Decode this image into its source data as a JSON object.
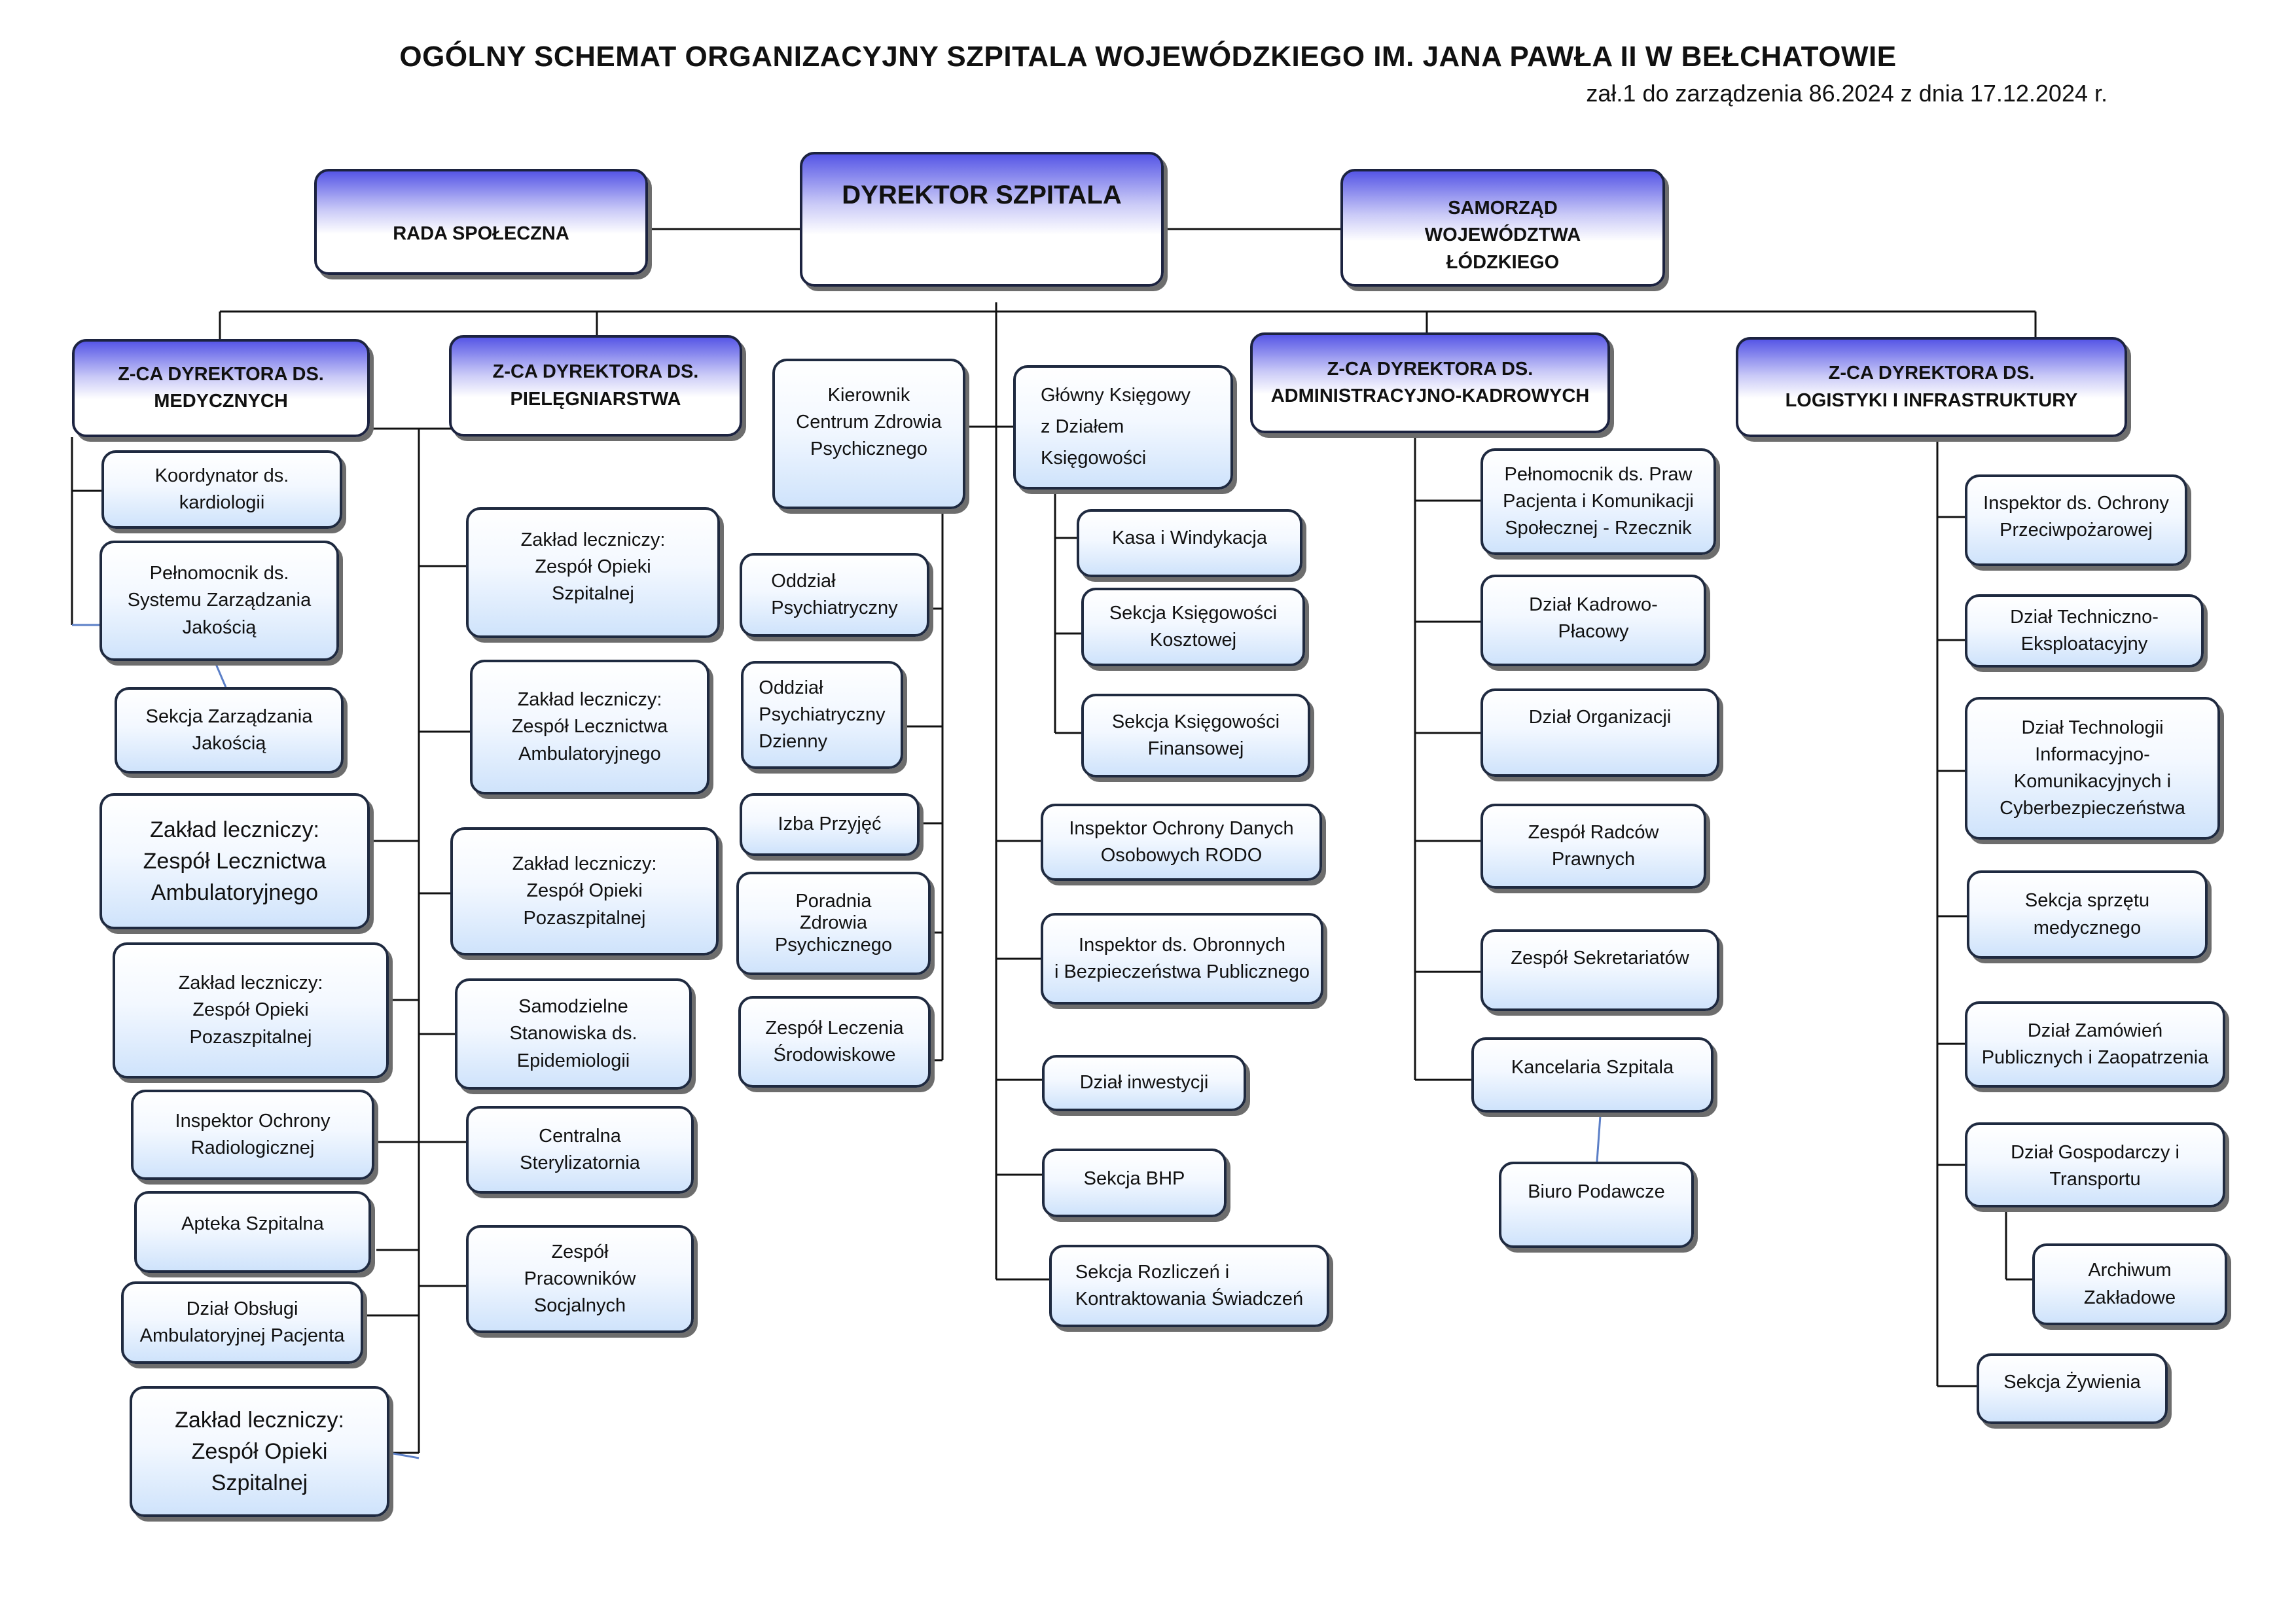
{
  "header": {
    "title": "OGÓLNY SCHEMAT ORGANIZACYJNY SZPITALA WOJEWÓDZKIEGO IM. JANA PAWŁA II W BEŁCHATOWIE",
    "subtitle": "zał.1  do zarządzenia 86.2024 z dnia 17.12.2024 r."
  },
  "colors": {
    "header_gradient": "#5656e6",
    "box_gradient": "#cfe3fb",
    "border": "#1f2a40",
    "line": "#111111"
  },
  "boxes": {
    "director": "DYREKTOR SZPITALA",
    "rada": "RADA SPOŁECZNA",
    "samorzad": "SAMORZĄD\nWOJEWÓDZTWA\nŁÓDZKIEGO",
    "zca_med": "Z-CA DYREKTORA DS.\nMEDYCZNYCH",
    "zca_piel": "Z-CA DYREKTORA DS.\nPIELĘGNIARSTWA",
    "zca_adm": "Z-CA DYREKTORA  DS.\nADMINISTRACYJNO-KADROWYCH",
    "zca_log": "Z-CA DYREKTORA DS.\nLOGISTYKI I INFRASTRUKTURY",
    "med_1": "Koordynator ds.\nkardiologii",
    "med_2": "Pełnomocnik ds.\nSystemu Zarządzania\nJakością",
    "med_3": "Sekcja Zarządzania\nJakością",
    "med_4": "Zakład leczniczy:\nZespół Lecznictwa\nAmbulatoryjnego",
    "med_5": "Zakład leczniczy:\nZespół Opieki\nPozaszpitalnej",
    "med_6": "Inspektor Ochrony\nRadiologicznej",
    "med_7": "Apteka Szpitalna",
    "med_8": "Dział Obsługi\nAmbulatoryjnej Pacjenta",
    "med_9": "Zakład leczniczy:\nZespół Opieki\nSzpitalnej",
    "piel_1": "Zakład leczniczy:\nZespół Opieki\nSzpitalnej",
    "piel_2": "Zakład leczniczy:\nZespół Lecznictwa\nAmbulatoryjnego",
    "piel_3": "Zakład leczniczy:\nZespół Opieki\nPozaszpitalnej",
    "piel_4": "Samodzielne\nStanowiska ds.\nEpidemiologii",
    "piel_5": "Centralna\nSterylizatornia",
    "piel_6": "Zespół\nPracowników\nSocjalnych",
    "psych_head": "Kierownik\nCentrum Zdrowia\nPsychicznego",
    "psych_1": "Oddział\nPsychiatryczny",
    "psych_2": "Oddział\nPsychiatryczny\nDzienny",
    "psych_3": "Izba Przyjęć",
    "psych_4": "Poradnia\nZdrowia\nPsychicznego",
    "psych_5": "Zespół Leczenia\nŚrodowiskowe",
    "ksieg_head": "Główny Księgowy\nz Działem\nKsięgowości",
    "ksieg_1": "Kasa  i Windykacja",
    "ksieg_2": "Sekcja Księgowości\nKosztowej",
    "ksieg_3": "Sekcja Księgowości\nFinansowej",
    "dir_1": "Inspektor Ochrony Danych\nOsobowych RODO",
    "dir_2": "Inspektor ds. Obronnych\ni Bezpieczeństwa Publicznego",
    "dir_3": "Dział inwestycji",
    "dir_4": "Sekcja BHP",
    "dir_5": "Sekcja Rozliczeń i\nKontraktowania Świadczeń",
    "adm_1": "Pełnomocnik ds. Praw\nPacjenta i Komunikacji\nSpołecznej - Rzecznik",
    "adm_2": "Dział Kadrowo-\nPłacowy",
    "adm_3": "Dział Organizacji",
    "adm_4": "Zespół Radców\nPrawnych",
    "adm_5": "Zespół Sekretariatów",
    "adm_6": "Kancelaria Szpitala",
    "adm_7": "Biuro Podawcze",
    "log_1": "Inspektor ds. Ochrony\nPrzeciwpożarowej",
    "log_2": "Dział Techniczno-\nEksploatacyjny",
    "log_3": "Dział Technologii\nInformacyjno-\nKomunikacyjnych i\nCyberbezpieczeństwa",
    "log_4": "Sekcja sprzętu\nmedycznego",
    "log_5": "Dział Zamówień\nPublicznych  i Zaopatrzenia",
    "log_6": "Dział Gospodarczy i\nTransportu",
    "log_7": "Archiwum\nZakładowe",
    "log_8": "Sekcja Żywienia"
  }
}
